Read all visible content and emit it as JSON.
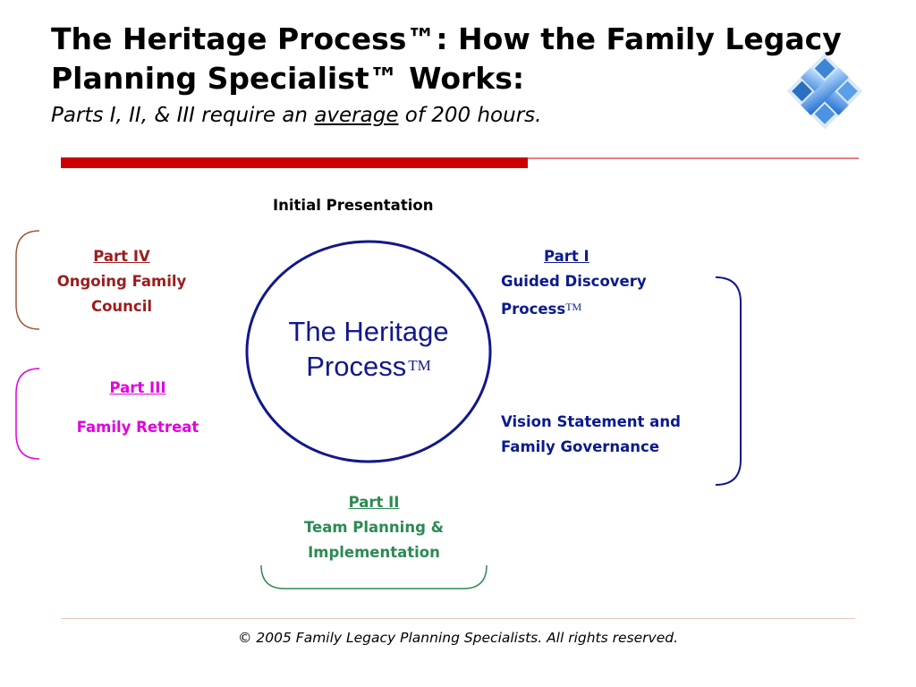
{
  "header": {
    "title": "The Heritage Process™: How the Family Legacy Planning Specialist™ Works:",
    "subtitle_before": "Parts I, II, & III require an ",
    "subtitle_underlined": "average",
    "subtitle_after": " of 200 hours."
  },
  "logo": {
    "icon": "blue-arrows-logo-icon"
  },
  "diagram": {
    "top_label": "Initial Presentation",
    "center": {
      "line1": "The Heritage",
      "line2": "Process",
      "mark": "TM"
    },
    "part4": {
      "heading": "Part IV",
      "line1": "Ongoing Family",
      "line2": "Council"
    },
    "part3": {
      "heading": "Part III",
      "line1": "Family Retreat"
    },
    "part1": {
      "heading": "Part I",
      "line1": "Guided Discovery",
      "line2": "Process",
      "mark": "TM"
    },
    "part1_b": {
      "line1": "Vision Statement and",
      "line2": "Family Governance"
    },
    "part2": {
      "heading": "Part II",
      "line1": "Team Planning &",
      "line2": "Implementation"
    }
  },
  "colors": {
    "part1": "#0b1a8c",
    "part2": "#2c8a53",
    "part3": "#e000e0",
    "part4": "#9b1d1d",
    "circle": "#12188a",
    "accent_bar": "#cc0000"
  },
  "footer": {
    "text": "© 2005 Family Legacy Planning Specialists. All rights reserved."
  }
}
